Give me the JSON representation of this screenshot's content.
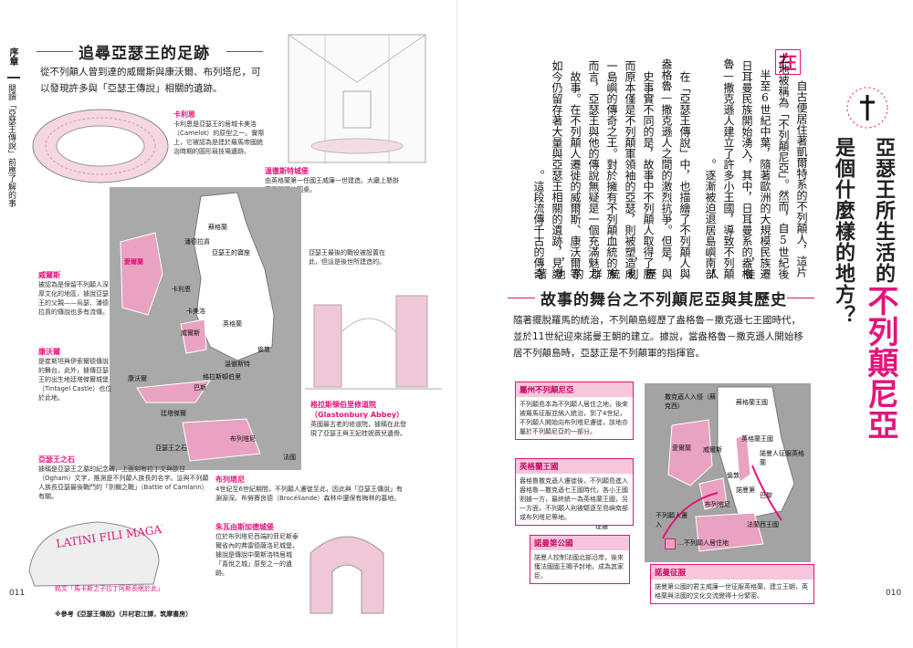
{
  "left_page": {
    "folio": "011",
    "spine_label": "序章",
    "spine_sub": "閱讀「亞瑟王傳說」前應了解的事",
    "section_title": "追尋亞瑟王的足跡",
    "intro": "從不列顛人曾到達的威爾斯與康沃爾、布列塔尼，可以發現許多與「亞瑟王傳說」相關的遺跡。",
    "captions": {
      "camelot": {
        "title": "卡利恩",
        "body": "卡利恩是亞瑟王的居城卡美洛（Camelot）的原型之一。實際上，它被認為是建於羅馬帝國統治時期的圓形競技場遺跡。"
      },
      "winchester": {
        "title": "溫徹斯特城堡",
        "body": "由英格蘭第一任國王威廉一世建造。大廳上懸掛著亞瑟王的圓桌。"
      },
      "battle": {
        "title": "",
        "body": "亞瑟王最後的戰役被設置在此，但這是後世所建造的。"
      },
      "wales": {
        "title": "威爾斯",
        "body": "被認為是保留不列顛人深厚文化的地區，據說亞瑟王的父親——烏瑟．潘德拉貢的傳說也多有流傳。"
      },
      "cornwall": {
        "title": "康沃爾",
        "body": "是崔斯坦與伊索爾德傳說的舞台，此外，據傳亞瑟王的出生地廷塔傑爾城堡（Tintagel Castle）也位於此地。"
      },
      "glastonbury": {
        "title": "格拉斯頓伯里修道院（Glastonbury Abbey）",
        "body": "英國最古老的修道院，據稱在此發現了亞瑟王與王妃桂妮薇兒遺骨。"
      },
      "stone": {
        "title": "亞瑟王之石",
        "body": "據稱是亞瑟王之墓的紀念碑，上面刻有拉丁文與歐甘（Ogham）文字，推測是不列顛人族長的名字。這與不列顛人族長亞瑟最後戰鬥的「劍欄之戰」（Battle of Camlann）有關。"
      },
      "brittany": {
        "title": "布列塔尼",
        "body": "4世紀至6世紀期間，不列顛人遷徙至此，因此與「亞瑟王傳說」有淵源深。布勞賽良德（Brocéliande）森林中還保有梅林的墓地。"
      },
      "foret": {
        "title": "朱瓦由斯加德城堡",
        "body": "位於布列塔尼西端的菲尼斯泰爾省內的弗雷德薩洛尼城堡，據說是傳說中蘭斯洛特居城「喜悅之城」原型之一的遺跡。"
      },
      "stone_inscr": {
        "title": "",
        "body": "銘文「馬卡斯之子拉丁阿斯長眠於此」"
      }
    },
    "map_labels": [
      "蘇格蘭",
      "愛爾蘭",
      "潘德拉貢",
      "卡美洛",
      "亞瑟王的寶座",
      "溫徹斯特",
      "英格蘭",
      "威爾斯",
      "康沃爾",
      "廷塔傑爾",
      "格拉斯頓伯里",
      "巴斯",
      "倫敦",
      "布列塔尼",
      "法國",
      "亞瑟王之石",
      "卡利恩"
    ],
    "footnote": "※參考《亞瑟王傳說》（井村君江譯，筑摩書房）",
    "stone_latin": "LATINI FILI MAGARI"
  },
  "right_page": {
    "folio": "010",
    "title_line1": "亞瑟王所生活的",
    "title_highlight": "不列顛尼亞",
    "title_line2": "是個什麼樣的地方？",
    "body_first_char": "在",
    "body_columns": [
      "自古便居住著凱爾特系的不列顛人，這片",
      "土地被稱為「不列顛尼亞」。然而，自5世紀後",
      "半至6世紀中葉，隨著歐洲的大規模民族遷徙，",
      "日耳曼民族開始湧入，其中，日耳曼系的盎格",
      "魯—撒克遜人建立了許多小王國，導致不列顛人",
      "逐漸被迫退居島嶼南部。",
      "在「亞瑟王傳說」中，也描繪了不列顛人與",
      "盎格魯—撒克遜人之間的激烈抗爭。但是，與歷",
      "史事實不同的是，故事中不列顛人取得了勝利，",
      "而原本僅是不列顛軍領袖的亞瑟，則被塑造成統",
      "一島嶼的傳奇之王。對於擁有不列顛血統的族群",
      "而言，亞瑟王與他的傳說無疑是一個充滿魅力的",
      "故事。在不列顛人遷徙的威爾斯、康沃爾等地，",
      "如今仍留存著大量與亞瑟王相關的遺跡，見證著",
      "這段流傳千古的傳奇。"
    ],
    "section2_title": "故事的舞台之不列顛尼亞與其歷史",
    "section2_text": "隨著擺脫羅馬的統治，不列顛島經歷了盎格魯－撒克遜七王國時代，並於11世紀迎來諾曼王朝的建立。據說，當盎格魯－撒克遜人開始移居不列顛島時，亞瑟正是不列顛軍的指揮官。",
    "boxes": {
      "britannia": {
        "title": "屬州不列顛尼亞",
        "body": "不列顛島本為不列顛人居住之地，後來被羅馬征服並納入統治，到了4世紀，不列顛人開始向布列塔尼遷徙，該地亦屬於不列顛尼亞的一部分。"
      },
      "heptarchy": {
        "title": "英格蘭王國",
        "body": "盎格魯撒克遜人遷徙後，不列顛島進入盎格魯—撒克遜七王國時代，各小王國割據一方，最終統一為英格蘭王國，另一方面，不列顛人則被驅逐至島嶼南部或布列塔尼等地。"
      },
      "normandy": {
        "title": "諾曼第公國",
        "body": "諾曼人控制法國北部沿岸，後來獲法國國王賜予封地，成為其家臣。"
      },
      "conquest": {
        "title": "諾曼征服",
        "body": "諾曼第公國的君主威廉一世征服英格蘭，建立王朝，英格蘭與法國的文化交流變得十分緊密。"
      }
    },
    "map_labels": {
      "saxon_arrival": "撒克遜人入侵（蘇克西）",
      "scotland": "蘇格蘭王國",
      "ireland": "愛爾蘭",
      "wales": "威爾斯",
      "england": "英格蘭王國",
      "norman_conquest": "諾曼人征服英格蘭",
      "london": "倫敦",
      "brittany": "布列塔尼",
      "normandy": "諾曼第",
      "paris": "巴黎",
      "briton_arrival": "不列顛人遷入",
      "conquer": "征服",
      "francia": "法蘭西王國",
      "legend": "…不列顛人居住地"
    }
  },
  "colors": {
    "accent": "#e5137a",
    "pink_fill": "#f7c6dc",
    "map_gray": "#9a9a9a"
  }
}
